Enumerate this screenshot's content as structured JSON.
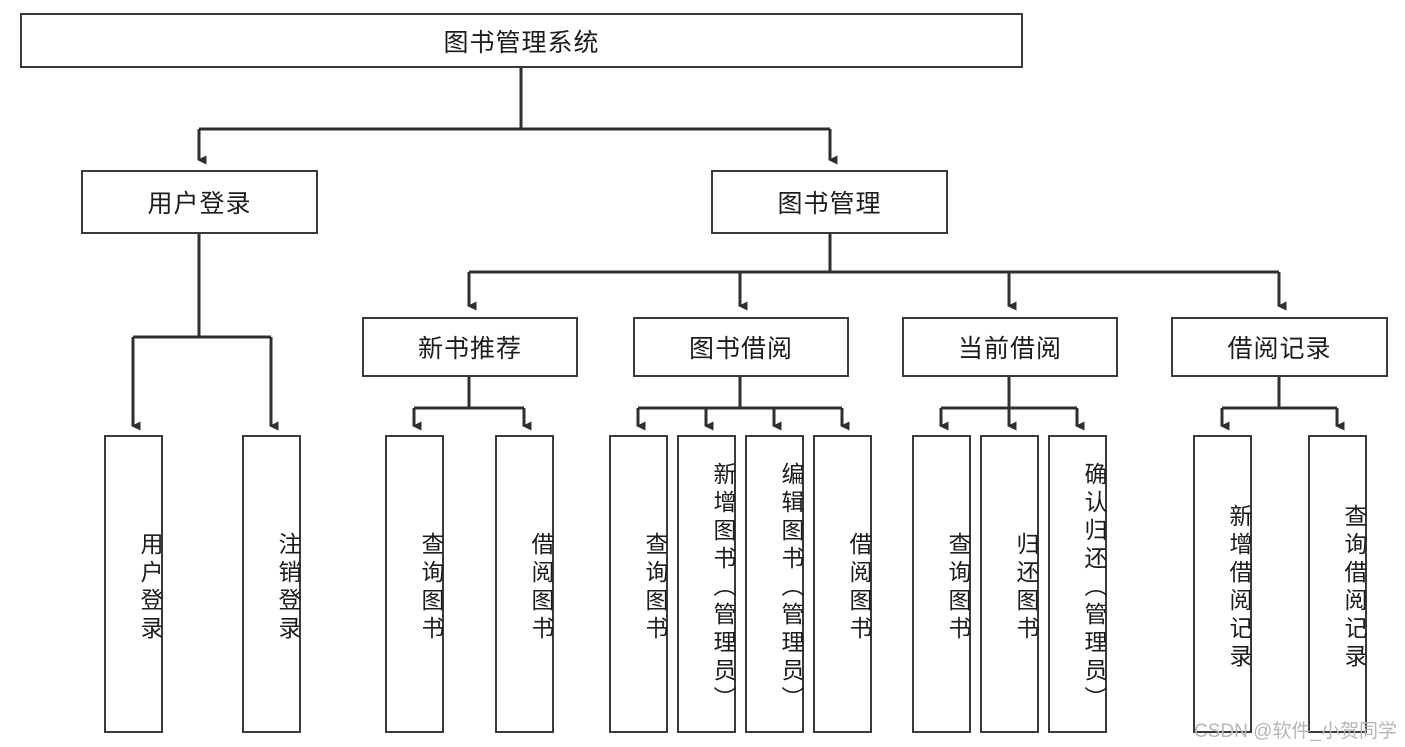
{
  "diagram": {
    "title": "图书管理系统",
    "type": "hierarchy-tree",
    "root": {
      "label": "图书管理系统"
    },
    "level2": [
      {
        "label": "用户登录"
      },
      {
        "label": "图书管理"
      }
    ],
    "level3": [
      {
        "label": "新书推荐"
      },
      {
        "label": "图书借阅"
      },
      {
        "label": "当前借阅"
      },
      {
        "label": "借阅记录"
      }
    ],
    "leaves": {
      "user_login": [
        {
          "label": "用户登录"
        },
        {
          "label": "注销登录"
        }
      ],
      "new_book_recommend": [
        {
          "label": "查询图书"
        },
        {
          "label": "借阅图书"
        }
      ],
      "book_borrow": [
        {
          "label": "查询图书"
        },
        {
          "label": "新增图书（管理员）"
        },
        {
          "label": "编辑图书（管理员）"
        },
        {
          "label": "借阅图书"
        }
      ],
      "current_borrow": [
        {
          "label": "查询图书"
        },
        {
          "label": "归还图书"
        },
        {
          "label": "确认归还（管理员）"
        }
      ],
      "borrow_record": [
        {
          "label": "新增借阅记录"
        },
        {
          "label": "查询借阅记录"
        }
      ]
    }
  },
  "watermark": {
    "text": "CSDN @软件_小贺同学"
  },
  "colors": {
    "stroke": "#3a3a3a",
    "background": "#ffffff",
    "text": "#1c1c1c",
    "watermark": "#b6b6b6"
  }
}
